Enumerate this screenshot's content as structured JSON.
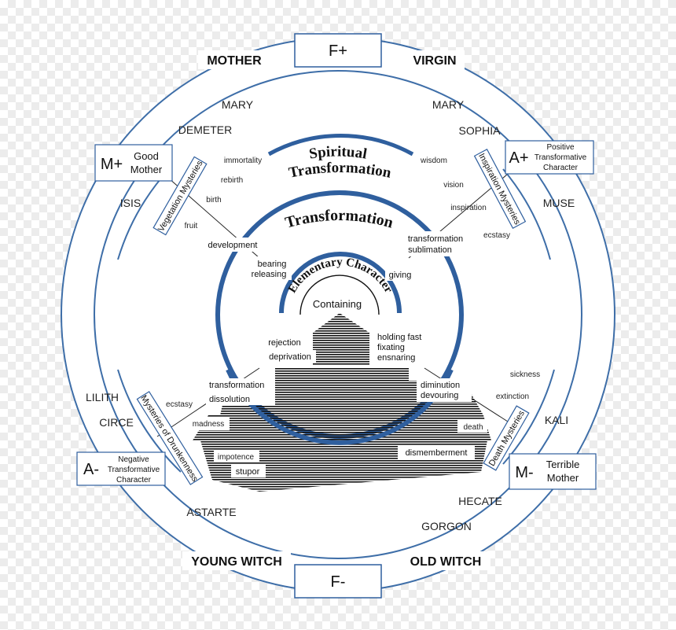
{
  "colors": {
    "ring_blue": "#2f5f9e",
    "ring_light": "#3e6ea8",
    "stripe": "#111111",
    "box_border": "#2f5f9e"
  },
  "top_label": "F+",
  "bottom_label": "F-",
  "figures": {
    "mother": "MOTHER",
    "virgin": "VIRGIN",
    "young_witch": "YOUNG WITCH",
    "old_witch": "OLD WITCH"
  },
  "goddesses": {
    "mary_left": "MARY",
    "mary_right": "MARY",
    "demeter": "DEMETER",
    "sophia": "SOPHIA",
    "isis": "ISIS",
    "muse": "MUSE",
    "lilith": "LILITH",
    "circe": "CIRCE",
    "kali": "KALI",
    "astarte": "ASTARTE",
    "hecate": "HECATE",
    "gorgon": "GORGON"
  },
  "corner_boxes": {
    "m_plus": {
      "symbol": "M+",
      "line1": "Good",
      "line2": "Mother"
    },
    "a_plus": {
      "symbol": "A+",
      "line1": "Positive",
      "line2": "Transformative",
      "line3": "Character"
    },
    "a_minus": {
      "symbol": "A-",
      "line1": "Negative",
      "line2": "Transformative",
      "line3": "Character"
    },
    "m_minus": {
      "symbol": "M-",
      "line1": "Terrible",
      "line2": "Mother"
    }
  },
  "mysteries": {
    "vegetation": "Vegetation Mysteries",
    "inspiration": "Inspiration Mysteries",
    "drunkenness": "Mysteries of Drunkenness",
    "death": "Death Mysteries"
  },
  "ring_titles": {
    "spiritual_line1": "Spiritual",
    "spiritual_line2": "Transformation",
    "transformation": "Transformation",
    "elementary": "Elementary Character",
    "containing": "Containing"
  },
  "terms": {
    "immortality": "immortality",
    "rebirth": "rebirth",
    "birth": "birth",
    "fruit": "fruit",
    "development": "development",
    "wisdom": "wisdom",
    "vision": "vision",
    "inspiration": "inspiration",
    "ecstasy_right": "ecstasy",
    "transformation_sub": "transformation",
    "sublimation": "sublimation",
    "bearing": "bearing",
    "releasing": "releasing",
    "giving": "giving",
    "rejection": "rejection",
    "deprivation": "deprivation",
    "holding_fast": "holding fast",
    "fixating": "fixating",
    "ensnaring": "ensnaring",
    "transformation_low": "transformation",
    "dissolution": "dissolution",
    "diminution": "diminution",
    "devouring": "devouring",
    "ecstasy_left": "ecstasy",
    "madness": "madness",
    "death": "death",
    "sickness": "sickness",
    "extinction": "extinction",
    "impotence": "impotence",
    "stupor": "stupor",
    "dismemberment": "dismemberment"
  }
}
